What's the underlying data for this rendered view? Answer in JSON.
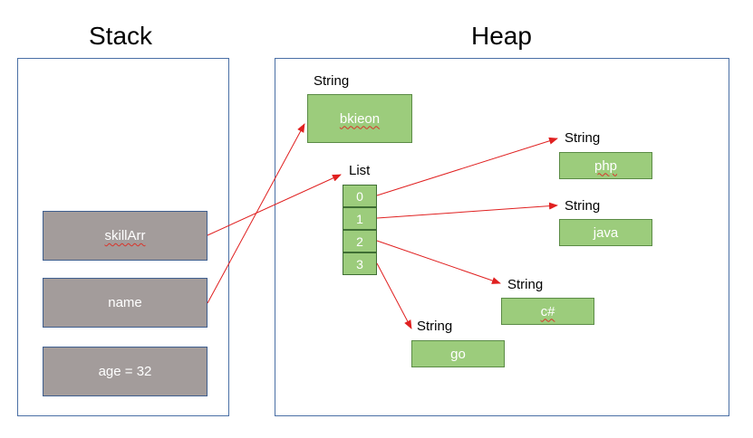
{
  "stack": {
    "title": "Stack",
    "items": [
      {
        "label": "skillArr"
      },
      {
        "label": "name"
      },
      {
        "label": "age = 32"
      }
    ]
  },
  "heap": {
    "title": "Heap",
    "string_name": {
      "type": "String",
      "value": "bkieon"
    },
    "list": {
      "type": "List",
      "indices": [
        "0",
        "1",
        "2",
        "3"
      ]
    },
    "strings": [
      {
        "type": "String",
        "value": "php"
      },
      {
        "type": "String",
        "value": "java"
      },
      {
        "type": "String",
        "value": "c#"
      },
      {
        "type": "String",
        "value": "go"
      }
    ]
  },
  "colors": {
    "arrow": "#e02020",
    "stack_box": "#a39c9b",
    "heap_box": "#9ccc7c",
    "panel_border": "#4a6fa5"
  }
}
